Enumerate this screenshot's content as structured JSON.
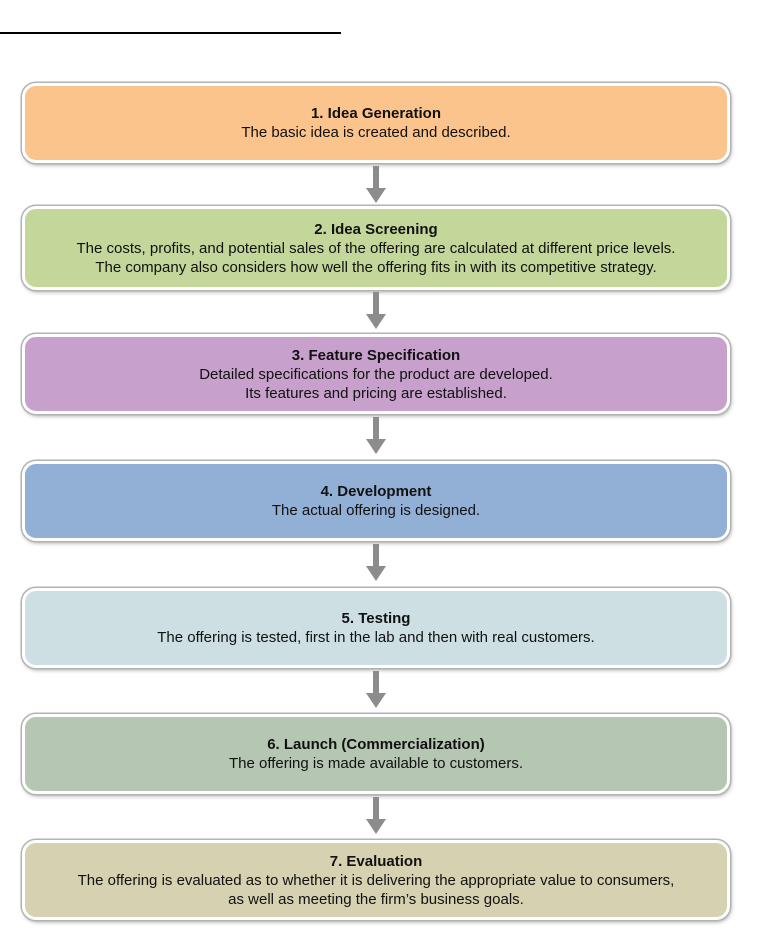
{
  "steps": [
    {
      "title": "1. Idea Generation",
      "lines": [
        "The basic idea is created and described."
      ],
      "color": "#fbc48c"
    },
    {
      "title": "2. Idea Screening",
      "lines": [
        "The costs, profits, and potential sales of the offering are calculated at different price levels.",
        "The company also considers how well the offering fits in with its competitive strategy."
      ],
      "color": "#c3d79a"
    },
    {
      "title": "3. Feature Specification",
      "lines": [
        "Detailed specifications for the product are developed.",
        "Its features and pricing are established."
      ],
      "color": "#c7a0cc"
    },
    {
      "title": "4. Development",
      "lines": [
        "The actual offering is designed."
      ],
      "color": "#92afd6"
    },
    {
      "title": "5. Testing",
      "lines": [
        "The offering is tested, first in the lab and then with real customers."
      ],
      "color": "#cddfe3"
    },
    {
      "title": "6. Launch (Commercialization)",
      "lines": [
        "The offering is made available to customers."
      ],
      "color": "#b5c6b2"
    },
    {
      "title": "7. Evaluation",
      "lines": [
        "The offering is evaluated as to whether it is delivering the appropriate value to consumers,",
        "as well as meeting the firm’s business goals."
      ],
      "color": "#d6d1b0"
    }
  ],
  "arrow_color": "#8c8c8c"
}
